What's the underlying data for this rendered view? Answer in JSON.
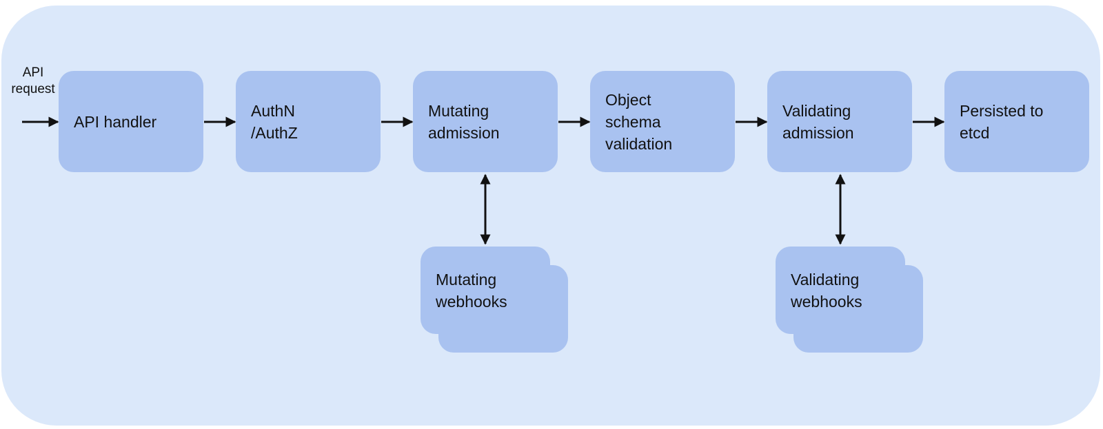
{
  "input_label": "API\nrequest",
  "stages": [
    {
      "id": "api-handler",
      "text": "API handler"
    },
    {
      "id": "authn-authz",
      "text": "AuthN\n/AuthZ"
    },
    {
      "id": "mutating-admission",
      "text": "Mutating\nadmission"
    },
    {
      "id": "object-schema-validation",
      "text": "Object\nschema\nvalidation"
    },
    {
      "id": "validating-admission",
      "text": "Validating\nadmission"
    },
    {
      "id": "persisted-to-etcd",
      "text": "Persisted to\netcd"
    }
  ],
  "webhooks": [
    {
      "id": "mutating-webhooks",
      "text": "Mutating\nwebhooks"
    },
    {
      "id": "validating-webhooks",
      "text": "Validating\nwebhooks"
    }
  ],
  "colors": {
    "panel": "#dbe8fa",
    "box": "#a9c2f0",
    "arrow": "#111111"
  }
}
